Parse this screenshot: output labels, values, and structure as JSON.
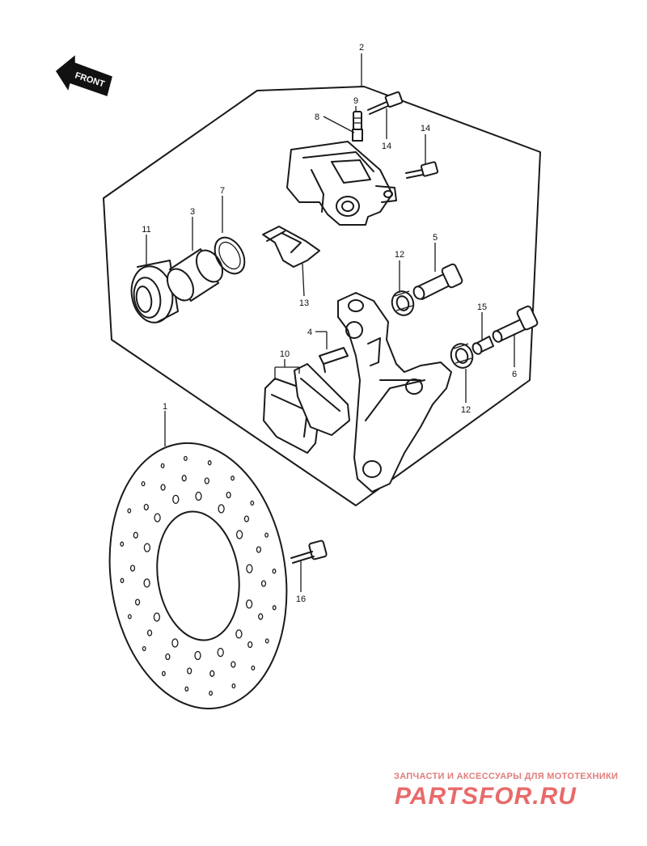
{
  "front_arrow": {
    "label": "FRONT"
  },
  "callouts": {
    "c1": "1",
    "c2": "2",
    "c3": "3",
    "c4": "4",
    "c5": "5",
    "c6": "6",
    "c7": "7",
    "c8": "8",
    "c9": "9",
    "c10": "10",
    "c11": "11",
    "c12a": "12",
    "c12b": "12",
    "c13": "13",
    "c14a": "14",
    "c14b": "14",
    "c15": "15",
    "c16": "16"
  },
  "watermark": {
    "tagline": "ЗАПЧАСТИ И АКСЕССУАРЫ ДЛЯ МОТОТЕХНИКИ",
    "brand": "PARTSFOR.RU"
  },
  "colors": {
    "ink": "#1a1a1a",
    "watermark": "#e86a6a",
    "background": "#ffffff"
  }
}
